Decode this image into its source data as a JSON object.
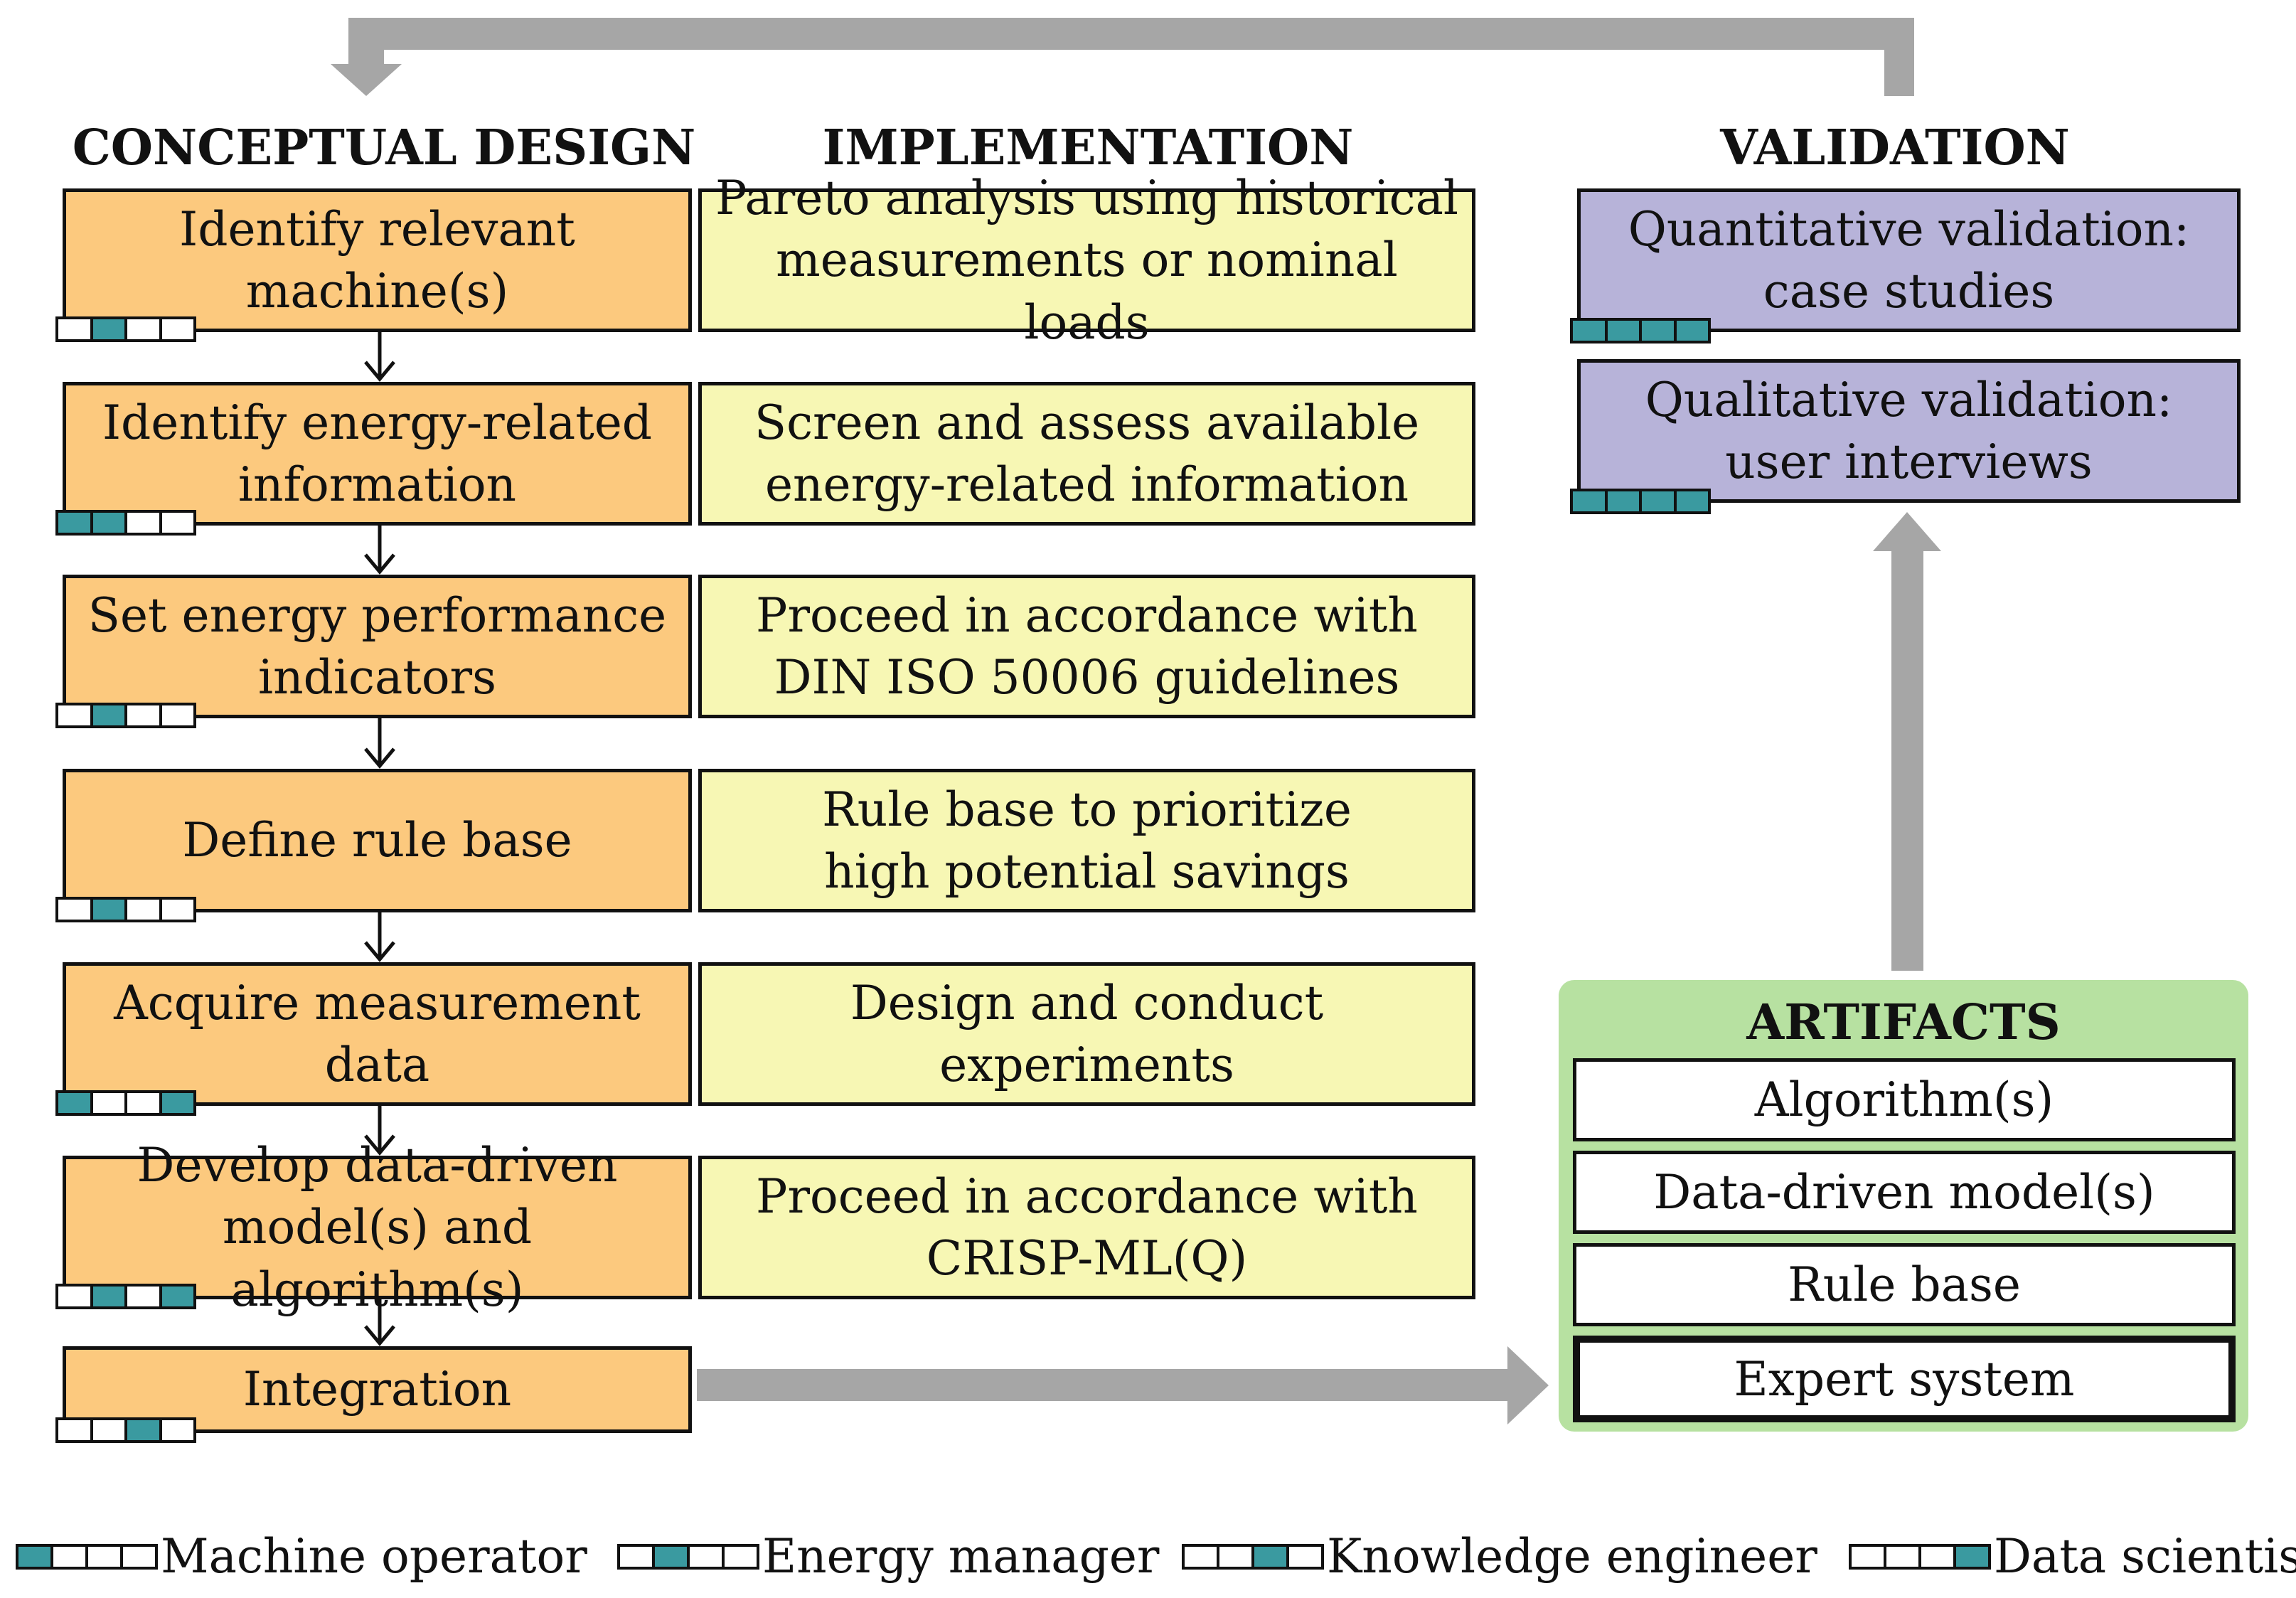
{
  "headings": {
    "conceptual": "CONCEPTUAL DESIGN",
    "implementation": "IMPLEMENTATION",
    "validation": "VALIDATION"
  },
  "steps": [
    {
      "label": "Identify relevant\nmachine(s)",
      "roles": [
        false,
        true,
        false,
        false
      ]
    },
    {
      "label": "Identify energy-related\ninformation",
      "roles": [
        true,
        true,
        false,
        false
      ]
    },
    {
      "label": "Set energy performance\nindicators",
      "roles": [
        false,
        true,
        false,
        false
      ]
    },
    {
      "label": "Define rule base",
      "roles": [
        false,
        true,
        false,
        false
      ]
    },
    {
      "label": "Acquire measurement\ndata",
      "roles": [
        true,
        false,
        false,
        true
      ]
    },
    {
      "label": "Develop data-driven\nmodel(s) and algorithm(s)",
      "roles": [
        false,
        true,
        false,
        true
      ]
    },
    {
      "label": "Integration",
      "roles": [
        false,
        false,
        true,
        false
      ]
    }
  ],
  "implementation": [
    "Pareto analysis using historical\nmeasurements or nominal loads",
    "Screen and assess available\nenergy-related information",
    "Proceed in accordance with\nDIN ISO 50006 guidelines",
    "Rule base to prioritize\nhigh potential savings",
    "Design and conduct\nexperiments",
    "Proceed in accordance with\nCRISP-ML(Q)"
  ],
  "validation": [
    {
      "label": "Quantitative validation:\ncase studies",
      "roles": [
        true,
        true,
        true,
        true
      ]
    },
    {
      "label": "Qualitative validation:\nuser interviews",
      "roles": [
        true,
        true,
        true,
        true
      ]
    }
  ],
  "artifacts": {
    "title": "ARTIFACTS",
    "items": [
      "Algorithm(s)",
      "Data-driven model(s)",
      "Rule base",
      "Expert system"
    ]
  },
  "legend": [
    {
      "label": "Machine operator",
      "roles": [
        true,
        false,
        false,
        false
      ]
    },
    {
      "label": "Energy manager",
      "roles": [
        false,
        true,
        false,
        false
      ]
    },
    {
      "label": "Knowledge engineer",
      "roles": [
        false,
        false,
        true,
        false
      ]
    },
    {
      "label": "Data scientist",
      "roles": [
        false,
        false,
        false,
        true
      ]
    }
  ],
  "colors": {
    "step": "#fcc97e",
    "implementation": "#f7f7b4",
    "validation": "#b7b3d9",
    "artifacts_bg": "#b7e1a1",
    "role_on": "#3a9aa0",
    "arrow_gray": "#a6a6a6"
  }
}
